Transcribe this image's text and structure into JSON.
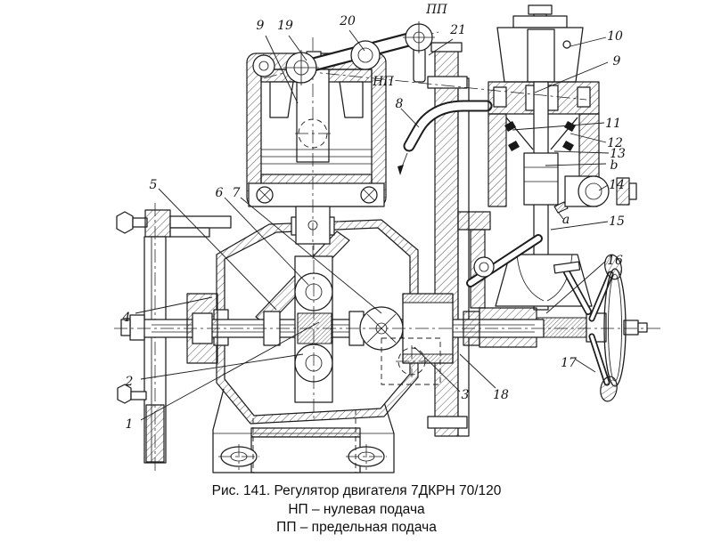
{
  "figure": {
    "caption_line1": "Рис. 141. Регулятор двигателя 7ДКРН 70/120",
    "caption_line2": "НП – нулевая подача",
    "caption_line3": "ПП – предельная подача"
  },
  "labels": {
    "n1": "1",
    "n2": "2",
    "n3": "3",
    "n4": "4",
    "n5": "5",
    "n6": "6",
    "n7": "7",
    "n8": "8",
    "n9": "9",
    "n10": "10",
    "n11": "11",
    "n12": "12",
    "n13": "13",
    "n14": "14",
    "n15": "15",
    "n16": "16",
    "n17": "17",
    "n18": "18",
    "n19": "19",
    "n20": "20",
    "n21": "21",
    "a": "a",
    "b": "b",
    "np": "НП",
    "pp": "ПП"
  },
  "colors": {
    "ink": "#1c1c1c",
    "paper": "#ffffff"
  }
}
